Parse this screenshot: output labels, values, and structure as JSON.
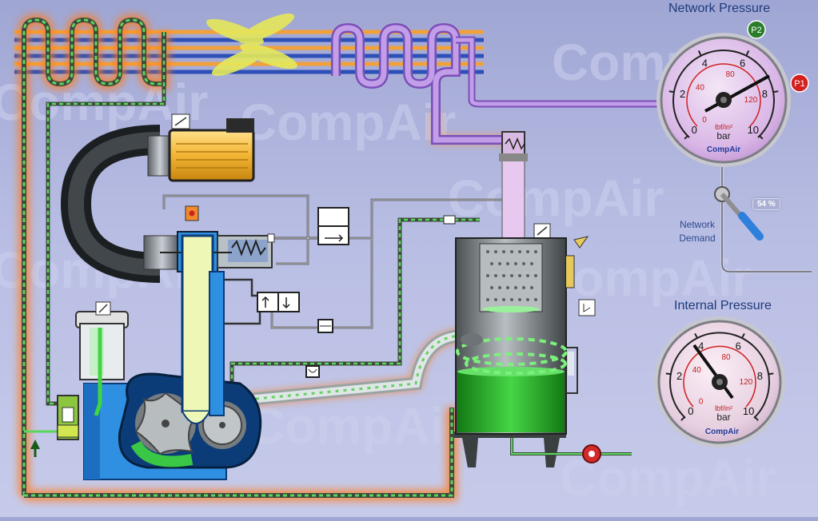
{
  "watermark_text": "CompAir",
  "network_gauge": {
    "title": "Network Pressure",
    "bar_ticks": [
      "0",
      "2",
      "4",
      "6",
      "8",
      "10"
    ],
    "psi_ticks": [
      "0",
      "40",
      "80",
      "120"
    ],
    "unit_psi": "lbf/in²",
    "unit_bar": "bar",
    "brand": "CompAir",
    "marker_p1": "P1",
    "marker_p2": "P2"
  },
  "internal_gauge": {
    "title": "Internal Pressure",
    "bar_ticks": [
      "0",
      "2",
      "4",
      "6",
      "8",
      "10"
    ],
    "psi_ticks": [
      "0",
      "40",
      "80",
      "120"
    ],
    "unit_psi": "lbf/in²",
    "unit_bar": "bar",
    "brand": "CompAir"
  },
  "network_demand": {
    "label_line1": "Network",
    "label_line2": "Demand",
    "value_text": "54 %"
  },
  "colors": {
    "oil_green": "#3fbf3f",
    "hot_glow": "#ff7a1a",
    "network_purple": "#b98ee6",
    "compressor_blue": "#2f8fe0",
    "inlet_yellow": "#f6c23a"
  }
}
